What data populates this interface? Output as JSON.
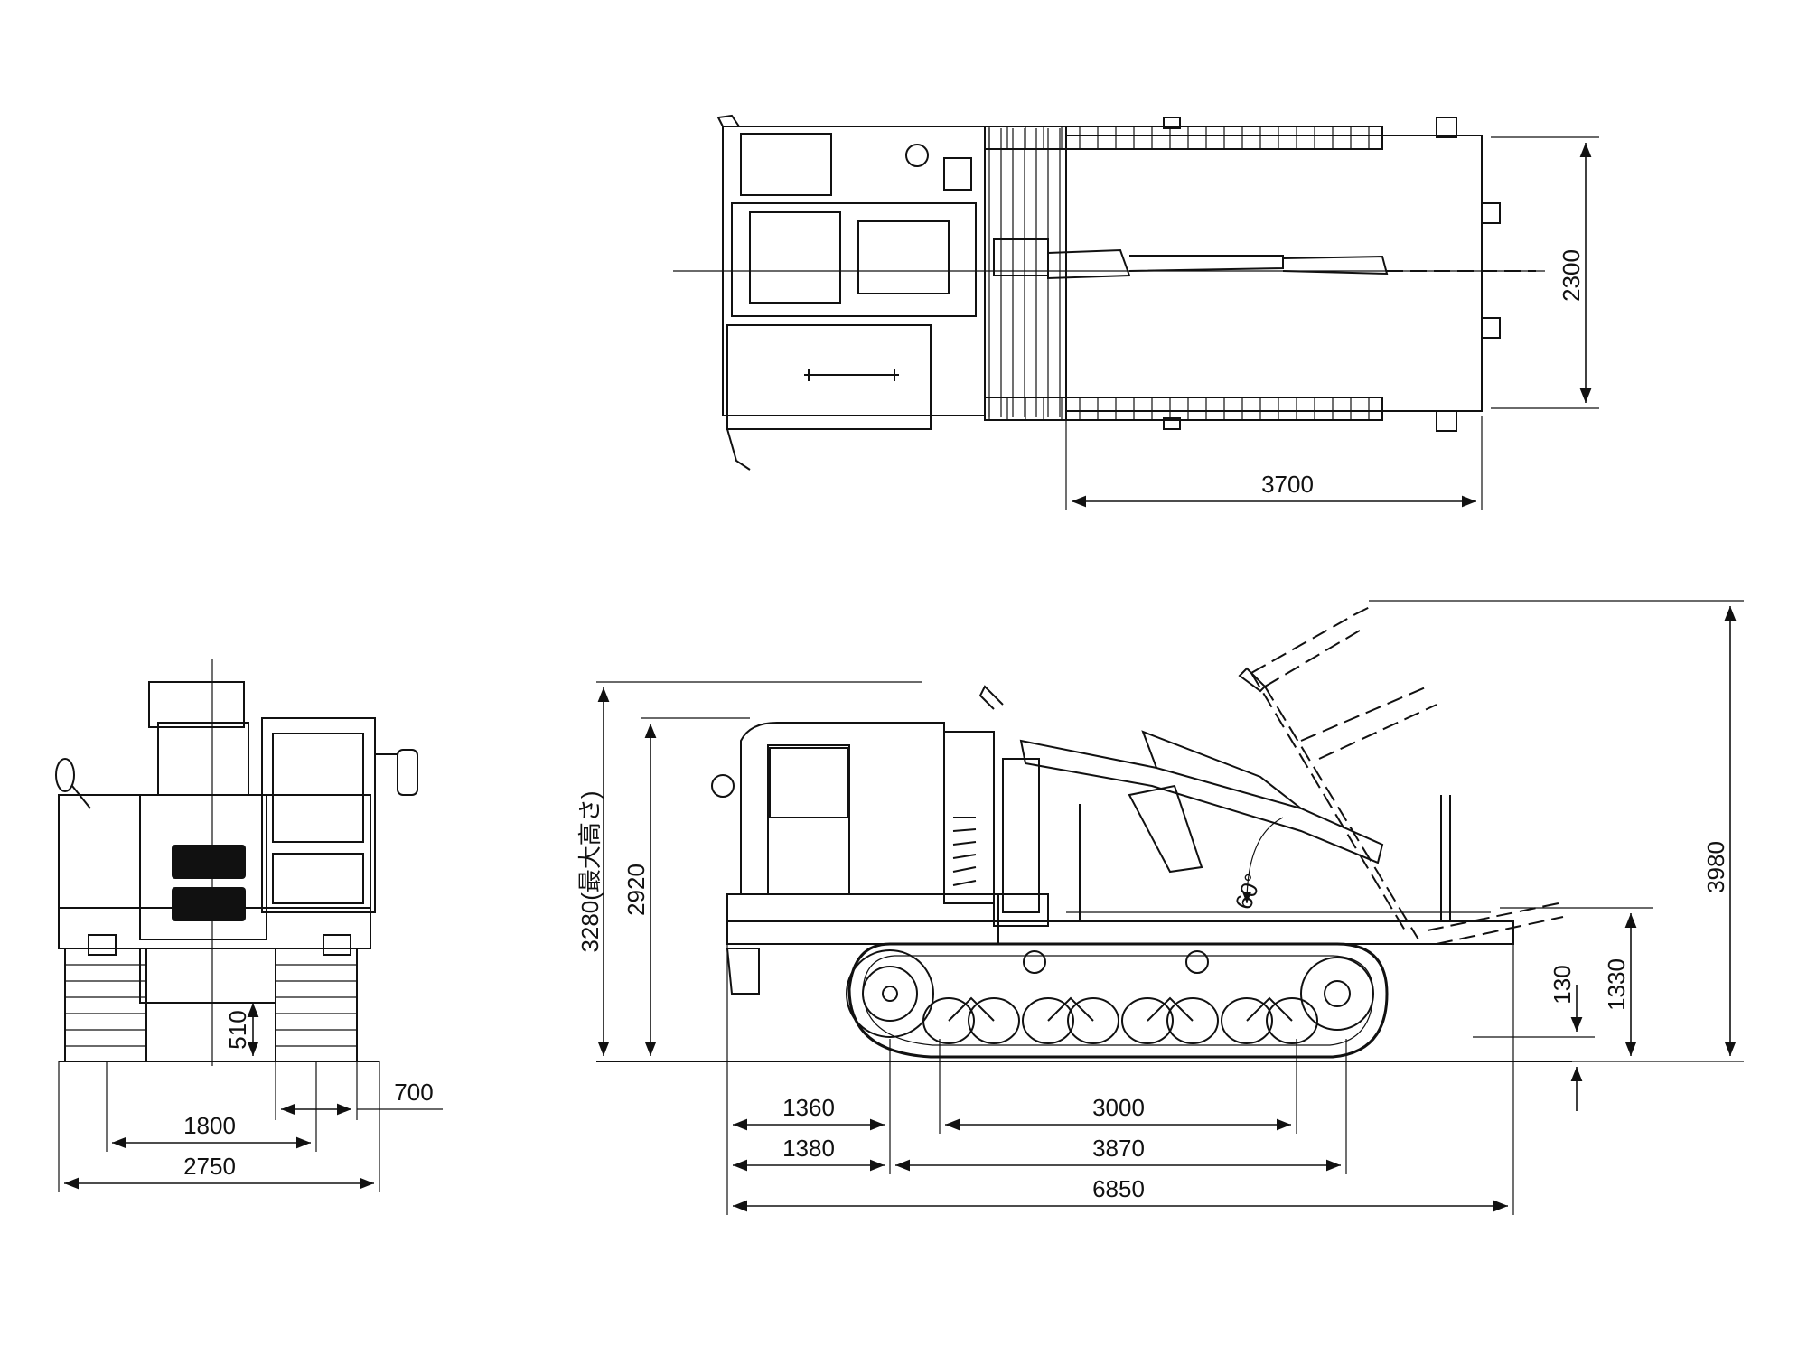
{
  "dimensions": {
    "top_width": "2300",
    "top_length": "3700",
    "front_height_min": "510",
    "front_track_width": "700",
    "front_track_gauge": "1800",
    "front_total_width": "2750",
    "side_total_height": "3280(最大高さ)",
    "side_cab_height": "2920",
    "side_max_boom_height": "3980",
    "side_deck_height": "1330",
    "side_ground_clearance": "130",
    "side_front_overhang": "1360",
    "side_rear_overhang": "1380",
    "side_tumbler_distance": "3000",
    "side_track_length": "3870",
    "side_total_length": "6850",
    "side_angle": "60°"
  }
}
